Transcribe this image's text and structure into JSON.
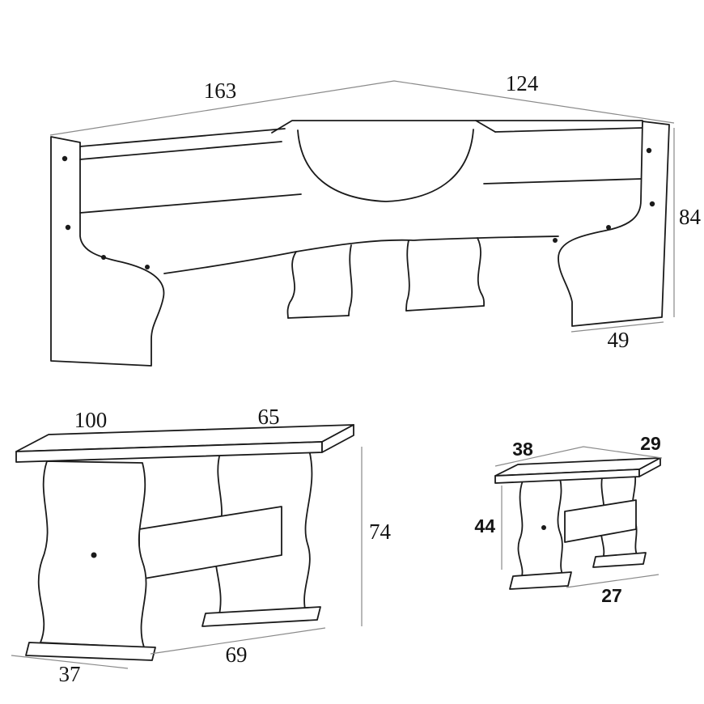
{
  "drawing": {
    "title": "corner-bench-dining-set-dimension-drawing",
    "bench": {
      "dim_left_length": "163",
      "dim_right_length": "124",
      "dim_height": "84",
      "dim_depth": "49"
    },
    "table": {
      "dim_top_length": "100",
      "dim_top_depth": "65",
      "dim_height": "74",
      "dim_base_length": "69",
      "dim_base_depth": "37"
    },
    "stool": {
      "dim_top_length": "38",
      "dim_top_depth": "29",
      "dim_height": "44",
      "dim_base_depth": "27"
    }
  },
  "colors": {
    "background": "#ffffff",
    "drawing_line": "#1a1a1a",
    "dimension_line": "#8a8a8a",
    "label_text": "#141414"
  }
}
